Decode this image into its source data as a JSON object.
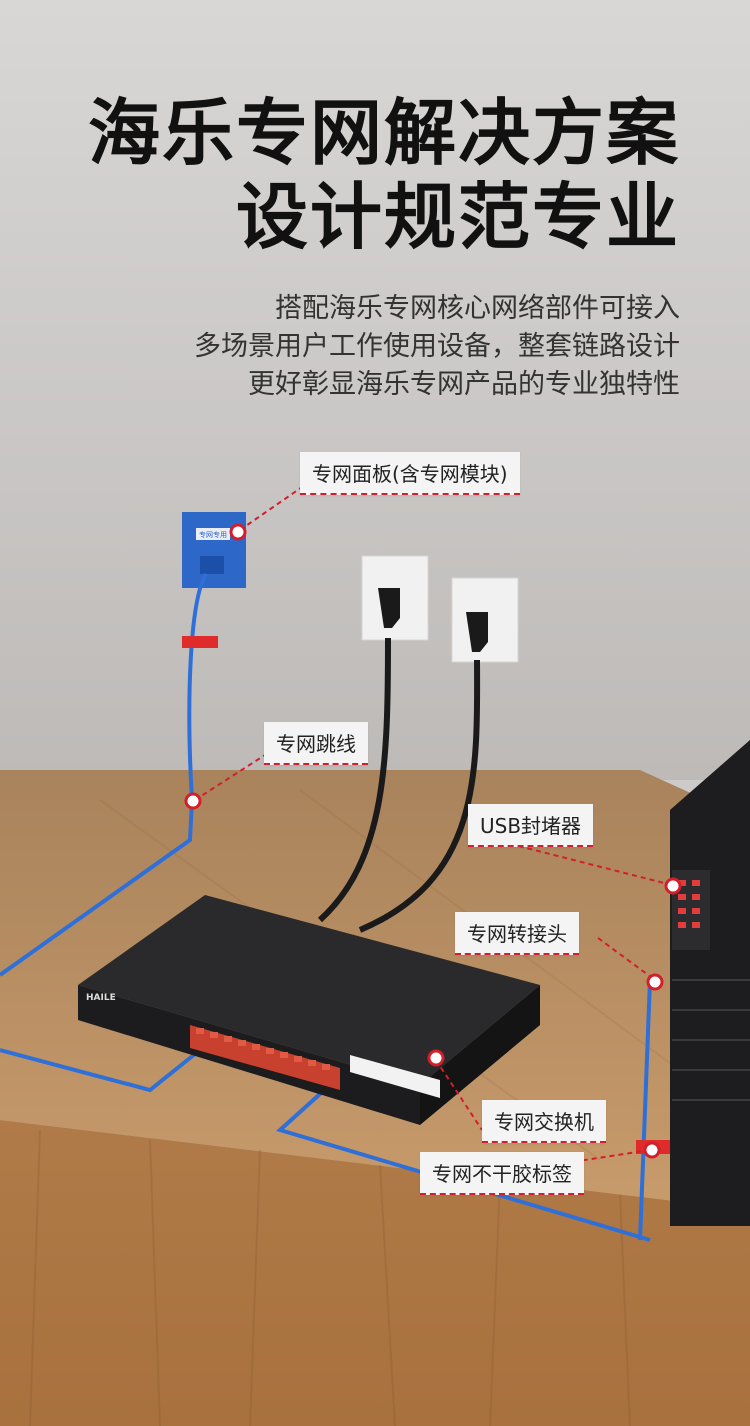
{
  "header": {
    "title_line1": "海乐专网解决方案",
    "title_line2": "设计规范专业"
  },
  "description": {
    "line1": "搭配海乐专网核心网络部件可接入",
    "line2": "多场景用户工作使用设备，整套链路设计",
    "line3": "更好彰显海乐专网产品的专业独特性"
  },
  "callouts": {
    "panel": "专网面板(含专网模块)",
    "patch_cable": "专网跳线",
    "usb_blocker": "USB封堵器",
    "adapter": "专网转接头",
    "switch": "专网交换机",
    "label": "专网不干胶标签"
  },
  "device": {
    "brand": "HAILE",
    "panel_tag": "专网专用"
  },
  "colors": {
    "accent_red": "#d21f2b",
    "cable_blue": "#2f6fd8",
    "wall": "#cdcbca",
    "wood": "#b8895a"
  }
}
